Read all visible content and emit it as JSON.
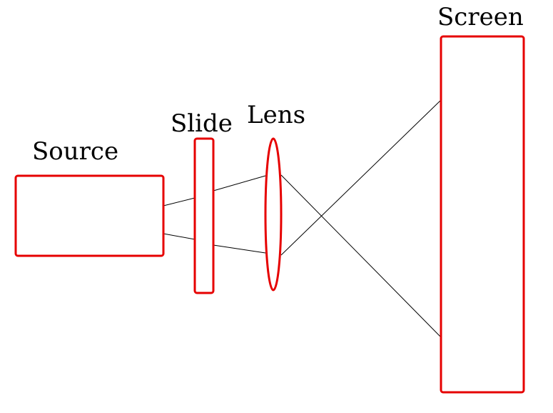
{
  "labels": {
    "source": "Source",
    "slide": "Slide",
    "lens": "Lens",
    "screen": "Screen"
  },
  "colors": {
    "component_outline": "#e60000",
    "ray": "#000000",
    "text": "#000000",
    "background": "#ffffff"
  }
}
